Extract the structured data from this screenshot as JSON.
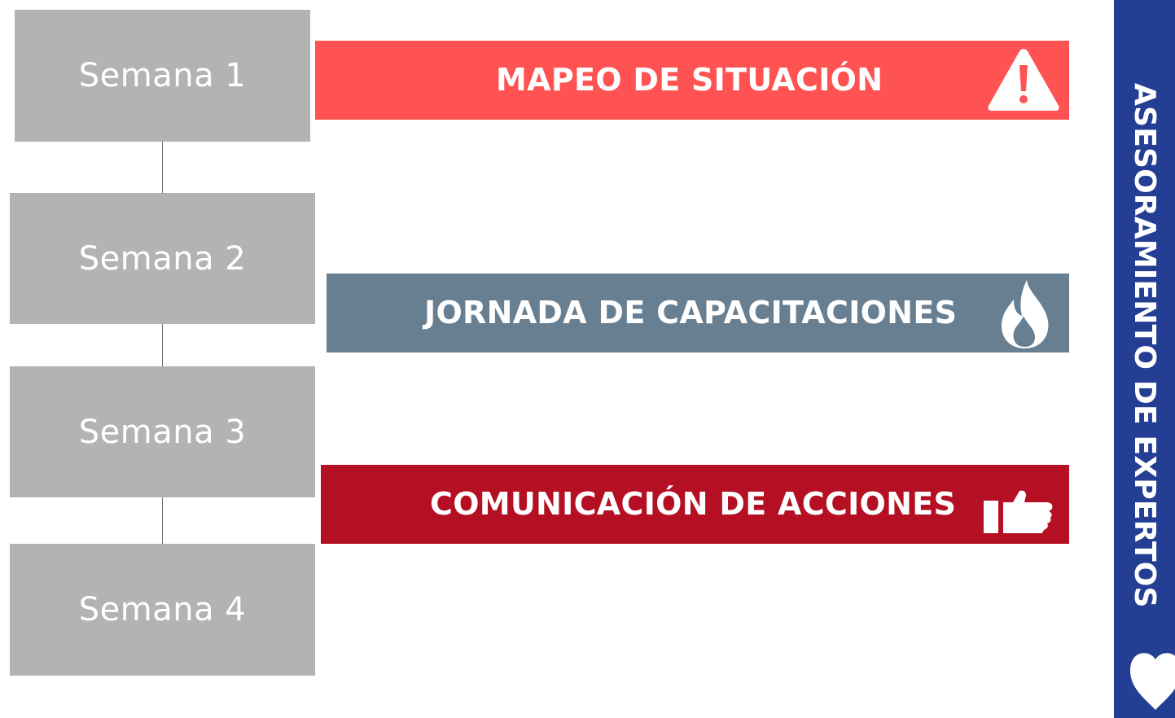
{
  "weeks": [
    {
      "label": "Semana 1"
    },
    {
      "label": "Semana 2"
    },
    {
      "label": "Semana 3"
    },
    {
      "label": "Semana 4"
    }
  ],
  "banners": [
    {
      "label": "MAPEO DE SITUACIÓN",
      "color": "#ff5252",
      "icon": "warning-icon"
    },
    {
      "label": "JORNADA DE CAPACITACIONES",
      "color": "#687f92",
      "icon": "flame-icon"
    },
    {
      "label": "COMUNICACIÓN DE ACCIONES",
      "color": "#b40f23",
      "icon": "thumbs-up-icon"
    }
  ],
  "side_panel": {
    "label": "ASESORAMIENTO DE EXPERTOS",
    "color": "#243e94",
    "icon": "heart-icon"
  },
  "colors": {
    "week_box": "#b3b3b3",
    "connector": "#6b6b6b"
  }
}
